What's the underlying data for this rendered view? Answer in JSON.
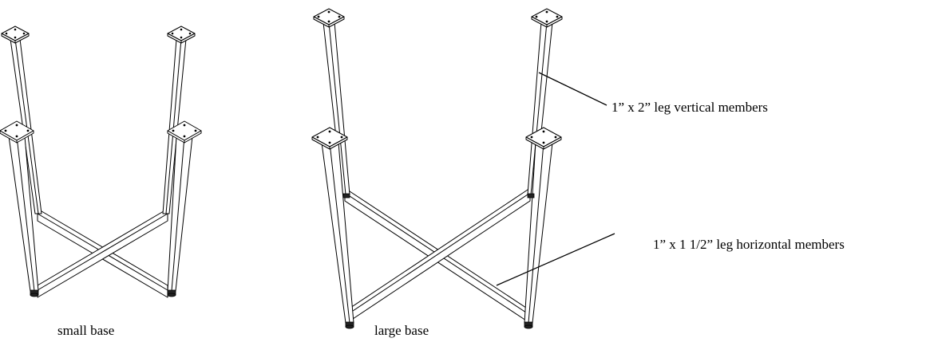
{
  "labels": {
    "small_base": "small base",
    "large_base": "large base",
    "vertical_members": "1” x 2” leg vertical members",
    "horizontal_members": "1” x 1 1/2” leg horizontal members"
  }
}
